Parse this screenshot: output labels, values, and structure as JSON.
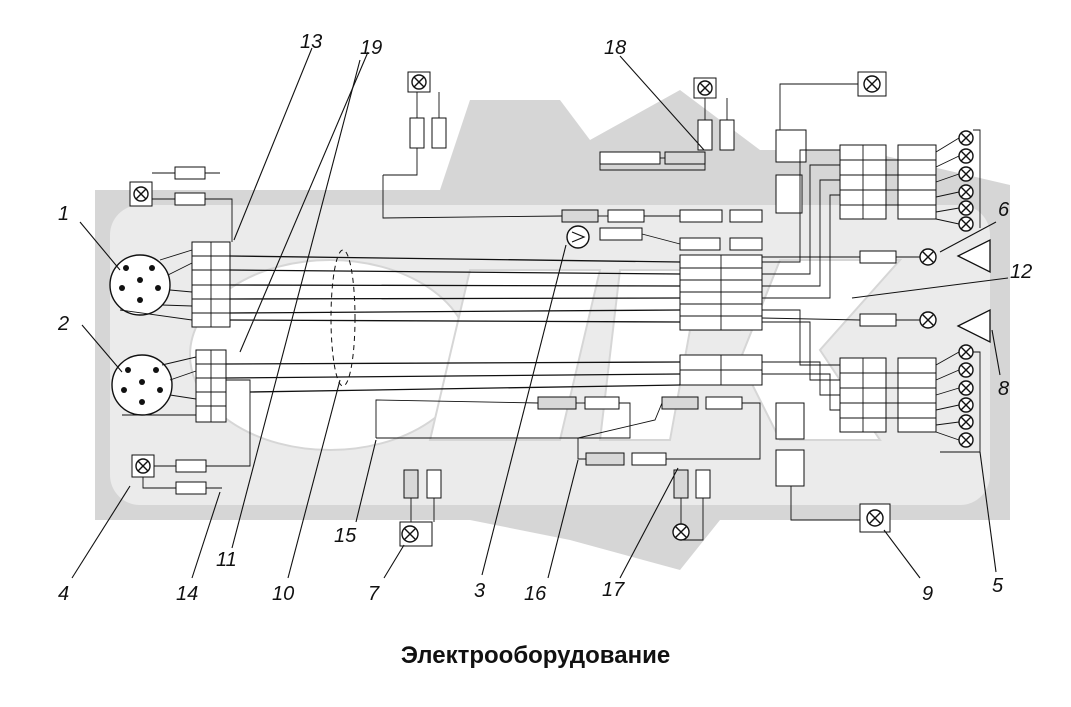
{
  "caption": "Электрооборудование",
  "callouts": [
    "1",
    "2",
    "3",
    "4",
    "5",
    "6",
    "7",
    "8",
    "9",
    "10",
    "11",
    "12",
    "13",
    "14",
    "15",
    "16",
    "17",
    "18",
    "19"
  ],
  "colors": {
    "line": "#111111",
    "watermark": "#d6d6d6",
    "background": "#ffffff"
  },
  "icons": [
    "lamp-icon",
    "triangle-icon",
    "ground-icon"
  ]
}
